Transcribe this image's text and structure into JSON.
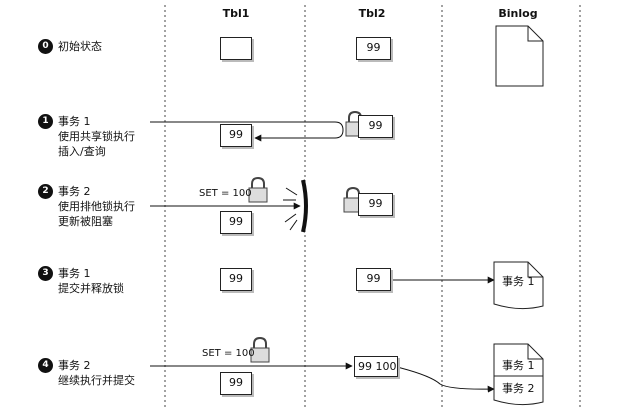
{
  "columns": {
    "tbl1": "Tbl1",
    "tbl2": "Tbl2",
    "binlog": "Binlog"
  },
  "steps": [
    {
      "num": "0",
      "lines": [
        "初始状态"
      ]
    },
    {
      "num": "1",
      "lines": [
        "事务 1",
        "使用共享锁执行",
        "插入/查询"
      ]
    },
    {
      "num": "2",
      "lines": [
        "事务 2",
        "使用排他锁执行",
        "更新被阻塞"
      ]
    },
    {
      "num": "3",
      "lines": [
        "事务 1",
        "提交并释放锁"
      ]
    },
    {
      "num": "4",
      "lines": [
        "事务 2",
        "继续执行并提交"
      ]
    }
  ],
  "values": {
    "tbl2_initial": "99",
    "step1_tbl1": "99",
    "step1_tbl2": "99",
    "step2_tbl1": "99",
    "step2_tbl2": "99",
    "step3_tbl1": "99",
    "step3_tbl2": "99",
    "step4_tbl1": "99",
    "step4_tbl2_old": "99",
    "step4_tbl2_new": "100"
  },
  "annotations": {
    "set_step2": "SET = 100",
    "set_step4": "SET = 100"
  },
  "binlog_entries": {
    "step3": [
      "事务 1"
    ],
    "step4": [
      "事务 1",
      "事务 2"
    ]
  }
}
